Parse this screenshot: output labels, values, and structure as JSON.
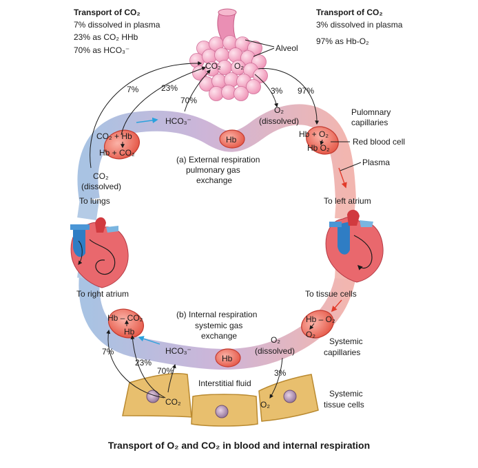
{
  "left_box": {
    "heading": "Transport of CO₂",
    "lines": [
      "7% dissolved in plasma",
      "23% as CO₂ HHb",
      "70% as HCO₃⁻"
    ]
  },
  "right_box": {
    "heading": "Transport of CO₂",
    "lines": [
      "3% dissolved in plasma",
      "97% as Hb-O₂"
    ]
  },
  "alveoli": {
    "label": "Alveol",
    "co2": "CO₂",
    "o2": "O₂"
  },
  "top_loop": {
    "pct_7": "7%",
    "pct_23": "23%",
    "pct_70": "70%",
    "pct_3": "3%",
    "pct_97": "97%",
    "hco3": "HCO₃⁻",
    "o2_dissolved_1": "O₂",
    "o2_dissolved_2": "(dissolved)",
    "hb": "Hb",
    "rbc_left_1": "CO₂ + Hb",
    "rbc_left_2": "Hb + CO₂",
    "rbc_right_1": "Hb + O₂",
    "rbc_right_2": "Hb O₂",
    "co2_dissolved_1": "CO₂",
    "co2_dissolved_2": "(dissolved)",
    "caption_1": "(a) External respiration",
    "caption_2": "pulmonary gas",
    "caption_3": "exchange",
    "pulmonary_1": "Pulomnary",
    "pulmonary_2": "capillaries",
    "red_blood_cell": "Red blood cell",
    "plasma": "Plasma"
  },
  "heart_labels": {
    "to_lungs": "To lungs",
    "to_left_atrium": "To left atrium",
    "to_right_atrium": "To right atrium",
    "to_tissue_cells": "To tissue cells"
  },
  "bottom_loop": {
    "rbc_left_1": "Hb – CO₂",
    "rbc_left_2": "Hb",
    "rbc_right_1": "Hb – O₂",
    "rbc_right_2": "O₂",
    "hco3": "HCO₃⁻",
    "hb": "Hb",
    "o2_dissolved_1": "O₂",
    "o2_dissolved_2": "(dissolved)",
    "caption_1": "(b) Internal respiration",
    "caption_2": "systemic gas",
    "caption_3": "exchange",
    "pct_7": "7%",
    "pct_23": "23%",
    "pct_70": "70%",
    "pct_3": "3%",
    "systemic_1": "Systemic",
    "systemic_2": "capillaries",
    "interstitial": "Interstitial fluid",
    "tissue_co2": "CO₂",
    "tissue_o2": "O₂",
    "tissue_1": "Systemic",
    "tissue_2": "tissue cells"
  },
  "figure_title": "Transport of O₂ and CO₂ in blood and internal respiration",
  "colors": {
    "vessel_blue": "#a9c3e3",
    "vessel_purple": "#cdb5d8",
    "vessel_pink": "#f2b6b0",
    "rbc_fill": "#ef6a5a",
    "rbc_edge": "#c23a2f",
    "alveoli": "#f3a7c4",
    "trachea": "#ea8fb4",
    "tissue": "#e8bf6e",
    "tissue_edge": "#b9892f",
    "nucleus": "#9c7ba0",
    "arrow_blue": "#2aa1dd",
    "arrow_red": "#e23b2b"
  }
}
